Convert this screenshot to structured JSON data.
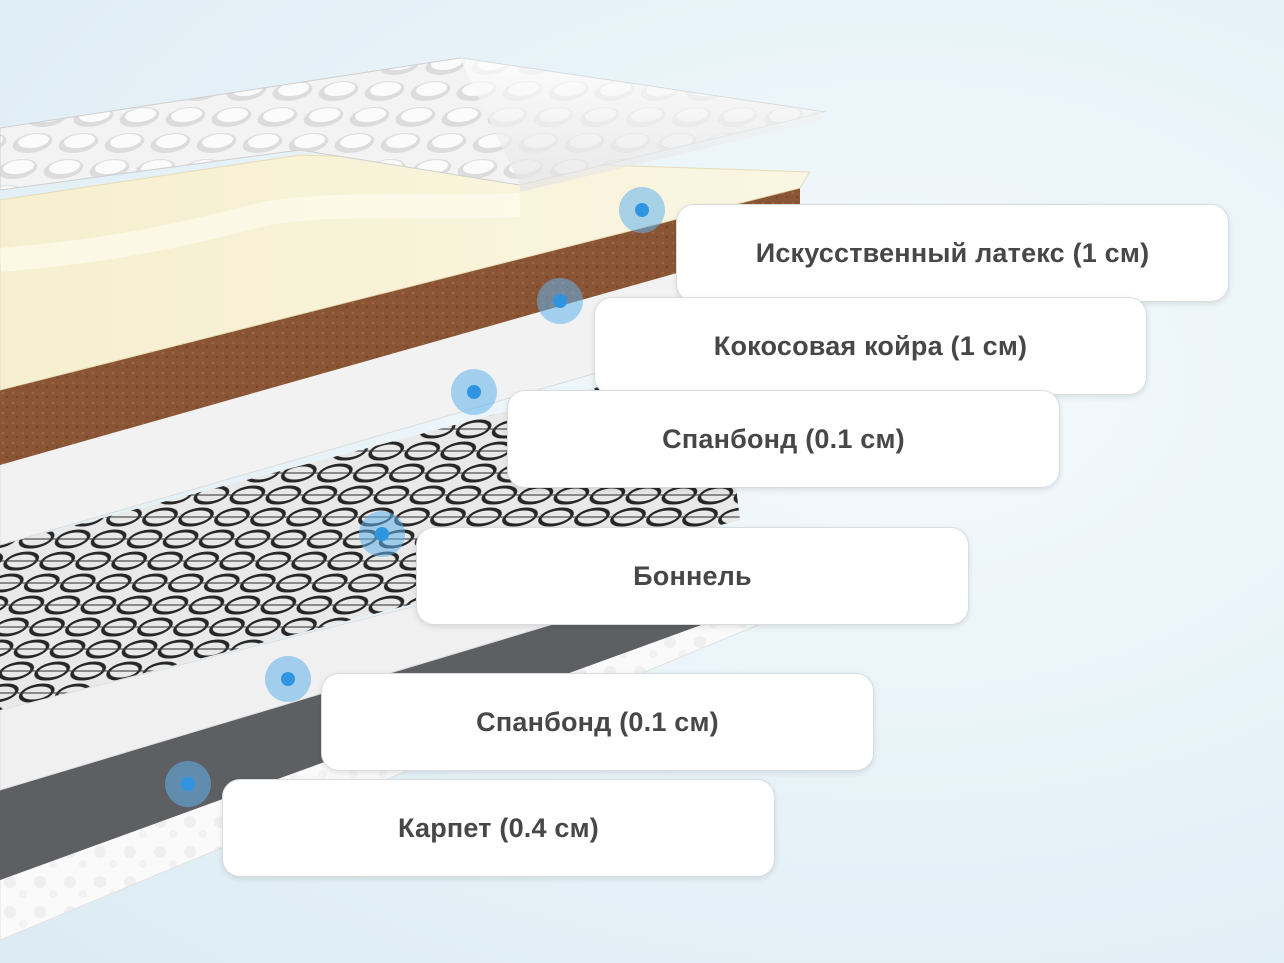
{
  "layers": [
    {
      "label": "Искусственный латекс (1 см)"
    },
    {
      "label": "Кокосовая койра (1 см)"
    },
    {
      "label": "Спанбонд (0.1 см)"
    },
    {
      "label": "Боннель"
    },
    {
      "label": "Спанбонд (0.1 см)"
    },
    {
      "label": "Карпет (0.4 см)"
    }
  ],
  "colors": {
    "cover": "#f2f2f2",
    "latex": "#f7f1d6",
    "coir": "#8a5535",
    "spunbond": "#f0f0f0",
    "bonnell": "#2b2b2b",
    "carpet": "#5d5f63",
    "marker": "#2f95e0"
  }
}
